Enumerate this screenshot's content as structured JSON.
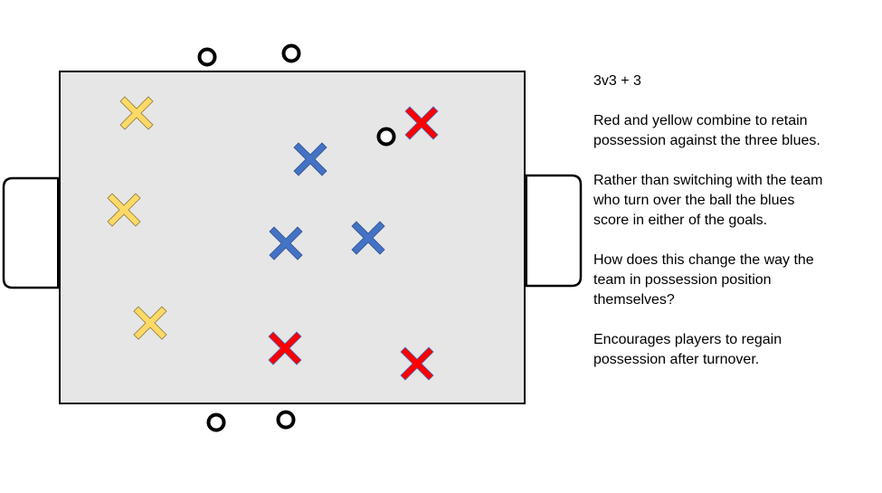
{
  "colors": {
    "pitch": "#e6e6e6",
    "yellow": "#ffd966",
    "blue": "#4472c4",
    "red": "#ff0000",
    "outline": "#000000"
  },
  "players": {
    "yellow": 3,
    "blue": 3,
    "red": 3
  },
  "notes": {
    "title": "3v3 + 3",
    "p1": [
      "Red and yellow combine to retain",
      "possession against the three blues."
    ],
    "p2": [
      "Rather than switching with the team",
      "who turn over the ball the blues",
      "score in either of the goals."
    ],
    "p3": [
      "How does this change the way the",
      "team in possession position",
      "themselves?"
    ],
    "p4": [
      "Encourages players to regain",
      "possession after turnover."
    ]
  }
}
